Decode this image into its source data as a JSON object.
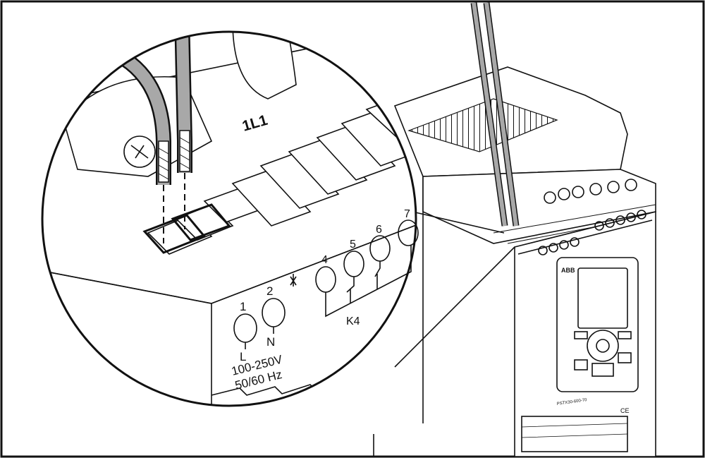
{
  "diagram": {
    "header_terminal": "1L1",
    "supply_terminals": [
      {
        "number": "1",
        "name": "L"
      },
      {
        "number": "2",
        "name": "N"
      }
    ],
    "supply_voltage": "100-250V",
    "supply_frequency": "50/60 Hz",
    "relay_terminals": [
      "4",
      "5",
      "6",
      "7"
    ],
    "relay_name": "K4",
    "device_panel": {
      "brand": "ABB",
      "model": "PSTX30-600-70",
      "ce_mark": "CE"
    }
  },
  "colors": {
    "line": "#111111",
    "wire_insulation": "#a8a8a8",
    "background": "#ffffff"
  }
}
